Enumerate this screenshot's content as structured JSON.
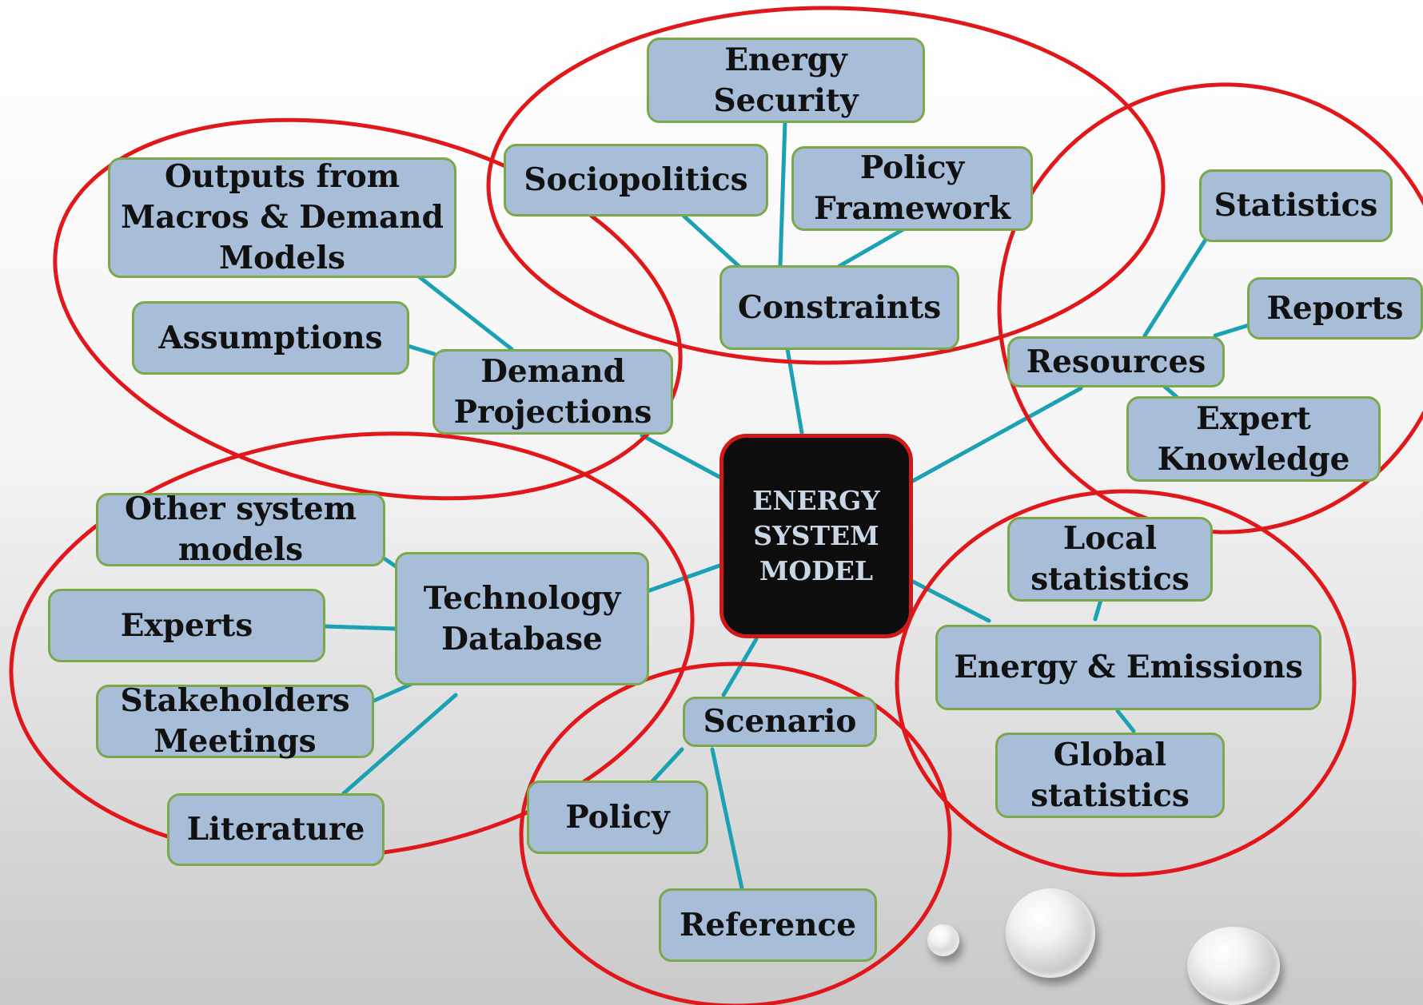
{
  "diagram": {
    "center": "ENERGY\nSYSTEM\nMODEL",
    "constraints": {
      "hub": "Constraints",
      "energy_security": "Energy\nSecurity",
      "sociopolitics": "Sociopolitics",
      "policy_framework": "Policy\nFramework"
    },
    "demand": {
      "hub": "Demand\nProjections",
      "outputs": "Outputs from\nMacros & Demand\nModels",
      "assumptions": "Assumptions"
    },
    "resources": {
      "hub": "Resources",
      "statistics": "Statistics",
      "reports": "Reports",
      "expert_knowledge": "Expert\nKnowledge"
    },
    "technology": {
      "hub": "Technology\nDatabase",
      "other_models": "Other system\nmodels",
      "experts": "Experts",
      "stakeholders": "Stakeholders\nMeetings",
      "literature": "Literature"
    },
    "energy": {
      "hub": "Energy & Emissions",
      "local_statistics": "Local\nstatistics",
      "global_statistics": "Global\nstatistics"
    },
    "scenario": {
      "hub": "Scenario",
      "policy": "Policy",
      "reference": "Reference"
    }
  },
  "colors": {
    "node_fill": "#a8bdd8",
    "node_border": "#7aa84a",
    "center_fill": "#0d0d0d",
    "center_border": "#d01a1a",
    "connector": "#1aa2b4",
    "group_ring": "#e0181b"
  }
}
